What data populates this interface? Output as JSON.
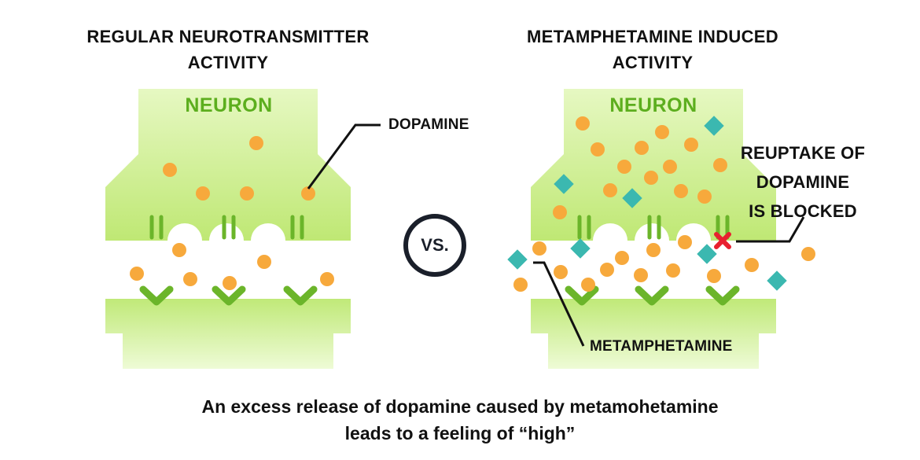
{
  "titles": {
    "left": [
      "REGULAR NEUROTRANSMITTER",
      "ACTIVITY"
    ],
    "right": [
      "METAMPHETAMINE INDUCED",
      "ACTIVITY"
    ]
  },
  "left_panel": {
    "neuron_label": "NEURON",
    "dopamine_label": "DOPAMINE"
  },
  "right_panel": {
    "neuron_label": "NEURON",
    "reuptake_label": [
      "REUPTAKE OF",
      "DOPAMINE",
      "IS BLOCKED"
    ],
    "meth_label": "METAMPHETAMINE"
  },
  "vs_label": "VS.",
  "caption": [
    "An excess release of dopamine caused by metamohetamine",
    "leads to a feeling of “high”"
  ],
  "colors": {
    "neuron_green": "#c4ec7c",
    "neuron_green_light": "#e4f7bd",
    "receptor_green": "#6bb52a",
    "dopamine_orange": "#f7a93c",
    "meth_teal": "#3bb8b0",
    "blocked_red": "#e8202f",
    "text_dark": "#111111"
  },
  "icons": {
    "dopamine": "orange-circle",
    "metamphetamine": "teal-diamond",
    "blocked": "red-x"
  }
}
